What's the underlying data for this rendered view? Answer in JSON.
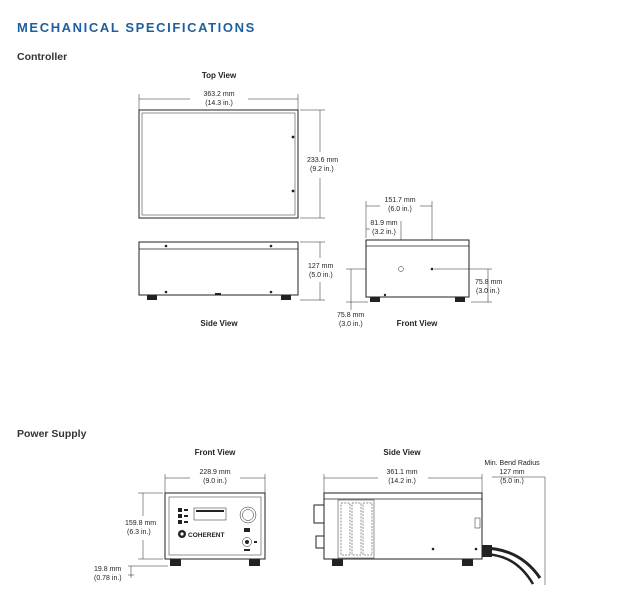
{
  "header": {
    "title": "MECHANICAL SPECIFICATIONS"
  },
  "sections": {
    "controller": "Controller",
    "power_supply": "Power Supply"
  },
  "controller": {
    "top_view": {
      "label": "Top View",
      "width_mm": "363.2 mm",
      "width_in": "(14.3 in.)",
      "depth_mm": "233.6 mm",
      "depth_in": "(9.2 in.)"
    },
    "side_view": {
      "label": "Side View",
      "height_mm": "127 mm",
      "height_in": "(5.0 in.)"
    },
    "front_view": {
      "label": "Front View",
      "width_mm": "151.7 mm",
      "width_in": "(6.0 in.)",
      "offset_mm": "81.9 mm",
      "offset_in": "(3.2 in.)",
      "right_height_mm": "75.8 mm",
      "right_height_in": "(3.0 in.)",
      "left_height_mm": "75.8 mm",
      "left_height_in": "(3.0 in.)"
    }
  },
  "power_supply": {
    "front_view": {
      "label": "Front View",
      "width_mm": "228.9 mm",
      "width_in": "(9.0 in.)",
      "height_mm": "159.8 mm",
      "height_in": "(6.3 in.)",
      "feet_mm": "19.8 mm",
      "feet_in": "(0.78 in.)",
      "brand": "COHERENT"
    },
    "side_view": {
      "label": "Side View",
      "length_mm": "361.1 mm",
      "length_in": "(14.2 in.)",
      "bend_label": "Min. Bend Radius",
      "bend_mm": "127 mm",
      "bend_in": "(5.0 in.)"
    }
  }
}
